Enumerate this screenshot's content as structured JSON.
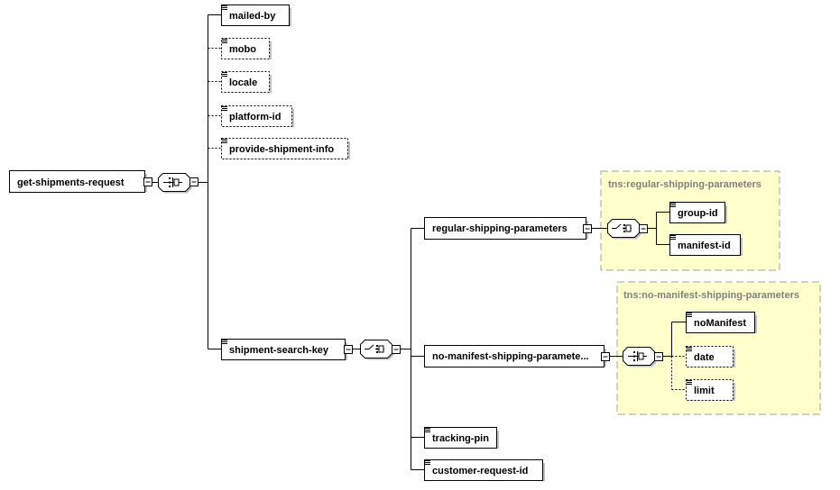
{
  "diagram": {
    "root": "get-shipments-request",
    "root_children": [
      "mailed-by",
      "mobo",
      "locale",
      "platform-id",
      "provide-shipment-info",
      "shipment-search-key"
    ],
    "optional_elements": [
      "mobo",
      "locale",
      "platform-id",
      "provide-shipment-info",
      "date",
      "limit"
    ],
    "search_key_choices": [
      "regular-shipping-parameters",
      "no-manifest-shipping-paramete...",
      "tracking-pin",
      "customer-request-id"
    ],
    "regular_group": {
      "title": "tns:regular-shipping-parameters",
      "elements": [
        "group-id",
        "manifest-id"
      ]
    },
    "no_manifest_group": {
      "title": "tns:no-manifest-shipping-parameters",
      "elements": [
        "noManifest",
        "date",
        "limit"
      ]
    },
    "colors": {
      "group_fill": "#ffffcc",
      "group_border": "#a0a0a0",
      "element_border": "#000000",
      "shadow": "#c0c0c0"
    }
  }
}
